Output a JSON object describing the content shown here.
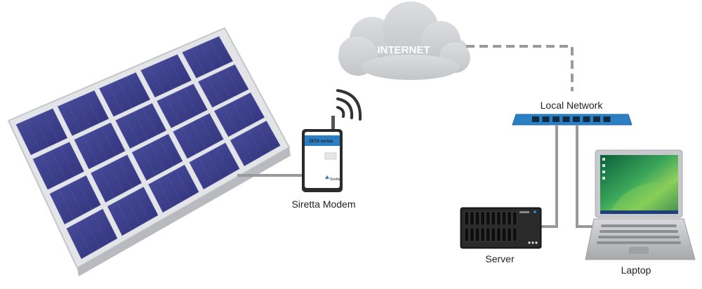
{
  "labels": {
    "internet": "INTERNET",
    "local_network": "Local Network",
    "modem": "Siretta Modem",
    "server": "Server",
    "laptop": "Laptop",
    "modem_screen": "ZETA series",
    "modem_brand": "Siretta"
  },
  "colors": {
    "panel_cell": "#3c3f8c",
    "panel_frame": "#d9dade",
    "cloud": "#cfd0d2",
    "switch": "#2b7fc2",
    "cable": "#9a9a9a",
    "link_dashed": "#9a9a9a",
    "modem_accent": "#2a7fc4",
    "server_body": "#1e1e1e",
    "laptop_body": "#c9cacc"
  },
  "icons": {
    "wifi": "wifi-signal-icon",
    "cloud": "cloud-icon"
  }
}
